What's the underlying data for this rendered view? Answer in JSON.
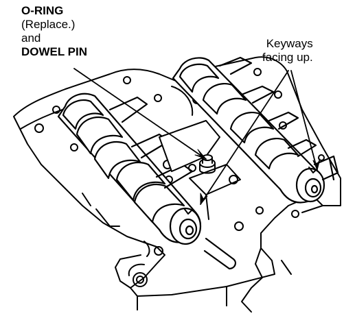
{
  "callouts": {
    "oring": {
      "title": "O-RING",
      "note": "(Replace.)",
      "joiner": "and",
      "second_title": "DOWEL PIN"
    },
    "keyways": {
      "line1": "Keyways",
      "line2": "facing up."
    }
  },
  "colors": {
    "ink": "#000000",
    "paper": "#ffffff"
  }
}
